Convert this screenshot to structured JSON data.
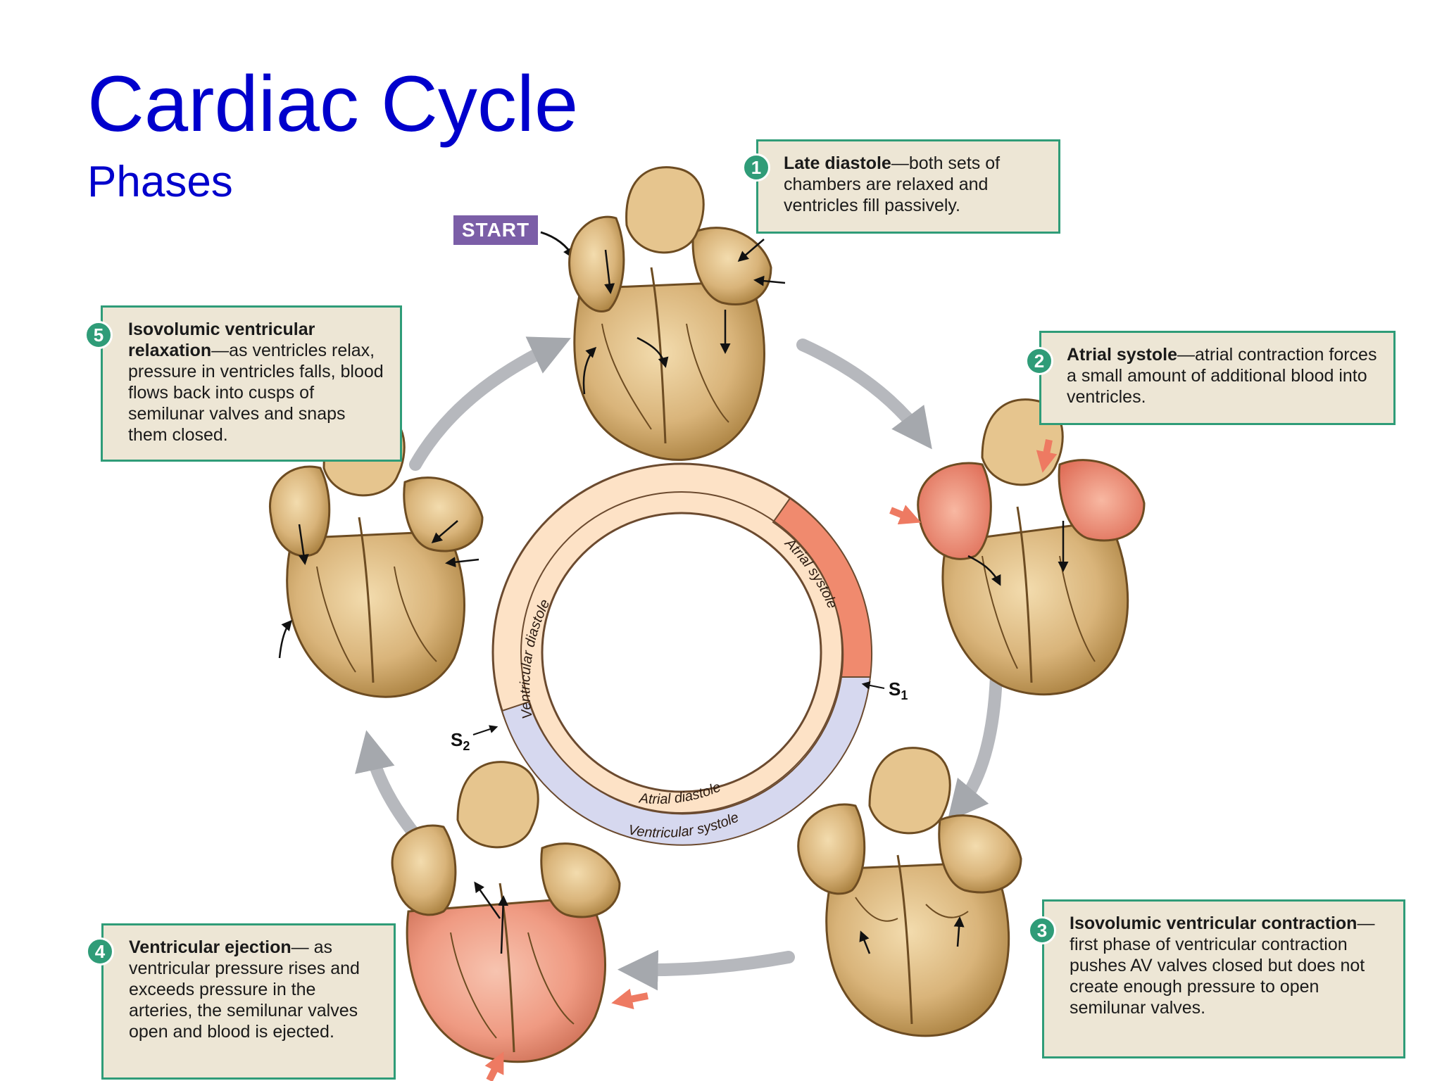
{
  "title": "Cardiac Cycle",
  "subtitle": "Phases",
  "start_label": "START",
  "phases": [
    {
      "number": "1",
      "heading": "Late diastole",
      "text": "—both sets of chambers are relaxed and ventricles fill passively."
    },
    {
      "number": "2",
      "heading": "Atrial systole",
      "text": "—atrial contraction forces a small amount of additional blood into ventricles."
    },
    {
      "number": "3",
      "heading": "Isovolumic ventricular contraction",
      "text": "—first phase of ventricular contraction pushes AV valves closed but does not create enough pressure to open semilunar valves."
    },
    {
      "number": "4",
      "heading": "Ventricular ejection",
      "text": "— as ventricular pressure rises and exceeds pressure in the arteries, the semilunar valves open and blood is ejected."
    },
    {
      "number": "5",
      "heading": "Isovolumic ventricular relaxation",
      "text": "—as ventricles relax, pressure in ventricles falls, blood flows back into cusps of semilunar valves and snaps them closed."
    }
  ],
  "ring": {
    "ventricular_diastole": "Ventricular diastole",
    "atrial_systole": "Atrial systole",
    "atrial_diastole": "Atrial diastole",
    "ventricular_systole": "Ventricular systole",
    "s1": "S",
    "s1_sub": "1",
    "s2": "S",
    "s2_sub": "2"
  },
  "colors": {
    "title": "#0000cc",
    "box_fill": "#ede6d5",
    "box_border": "#2f9c78",
    "start_fill": "#7b5ea7",
    "ring_diastole": "#fde2c6",
    "ring_atrial_systole": "#f08a6e",
    "ring_ventricular_systole": "#d6d8ef",
    "heart_tissue": "#d9b47a",
    "heart_contracting": "#f0a088",
    "cycle_arrow": "#b8babf"
  }
}
